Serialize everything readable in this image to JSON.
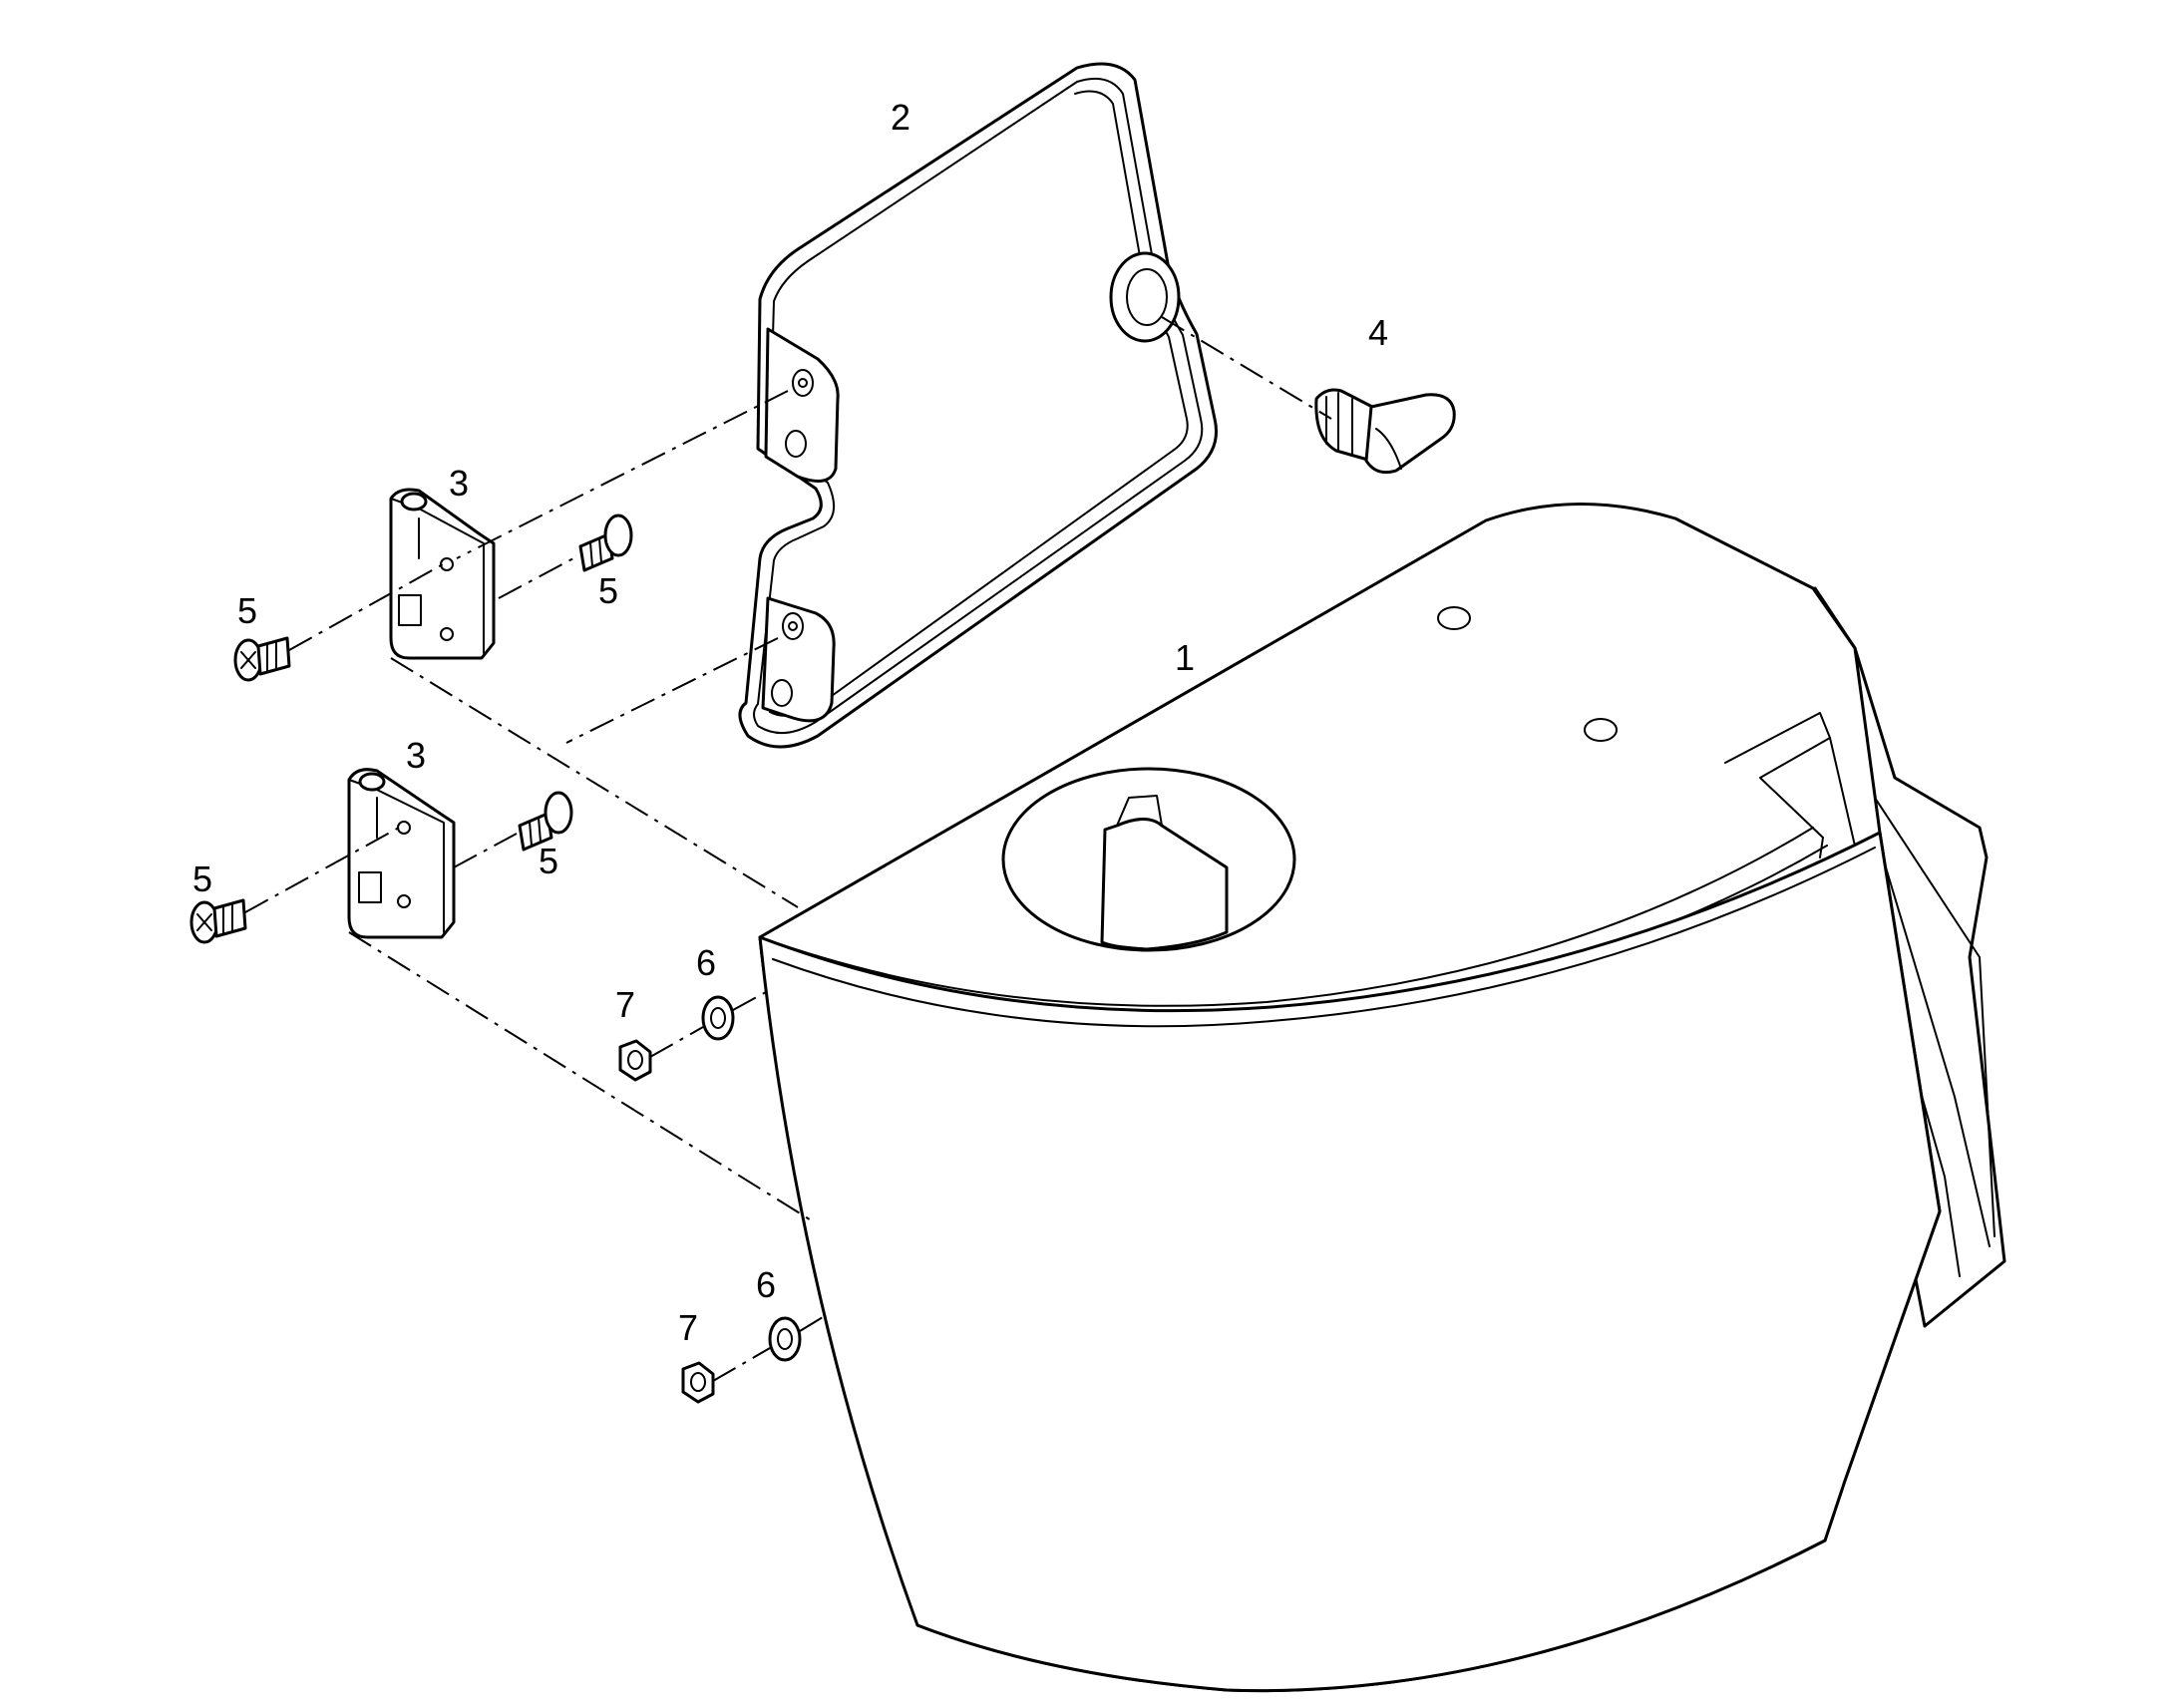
{
  "callouts": {
    "housing": "1",
    "cover_plate": "2",
    "hinge_upper": "3",
    "hinge_lower": "3",
    "cable_gland": "4",
    "screw_upper_left": "5",
    "screw_upper_right": "5",
    "screw_lower_left": "5",
    "screw_lower_right": "5",
    "washer_upper": "6",
    "washer_lower": "6",
    "nut_upper": "7",
    "nut_lower": "7"
  },
  "colors": {
    "line": "#000000",
    "background": "#ffffff"
  }
}
